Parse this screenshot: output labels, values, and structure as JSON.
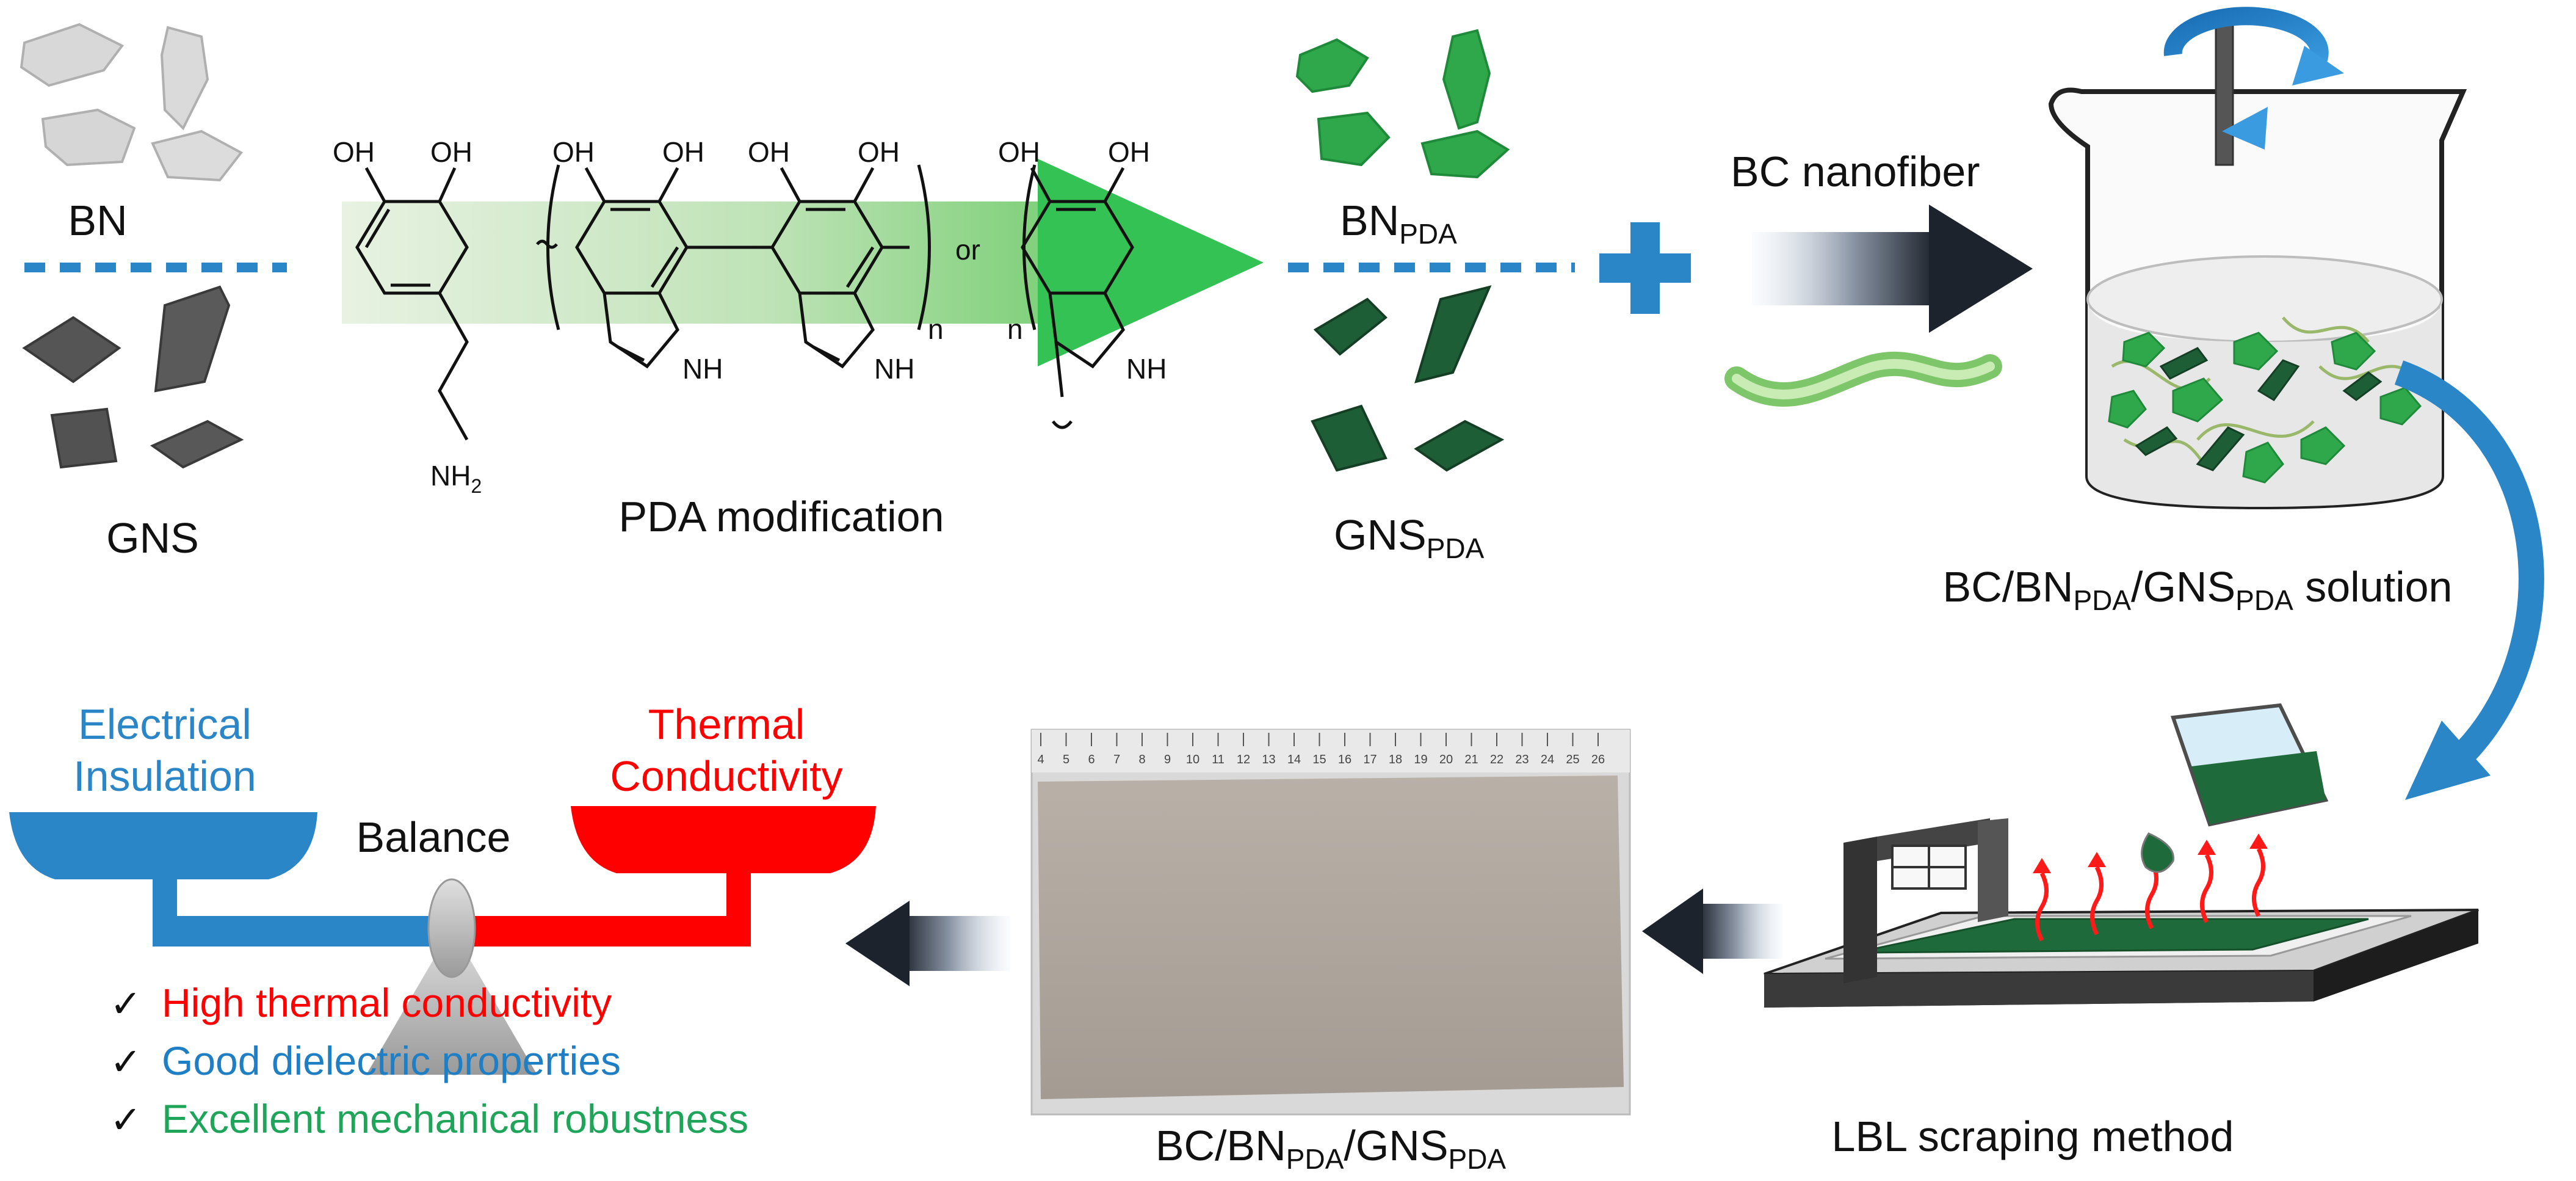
{
  "labels": {
    "bn": "BN",
    "gns": "GNS",
    "bn_pda_main": "BN",
    "bn_pda_sub": "PDA",
    "gns_pda_main": "GNS",
    "gns_pda_sub": "PDA",
    "bc_nanofiber": "BC nanofiber",
    "pda_modification": "PDA modification",
    "solution_a": "BC/BN",
    "solution_sub1": "PDA",
    "solution_b": "/GNS",
    "solution_sub2": "PDA",
    "solution_c": " solution",
    "lbl_method": "LBL scraping method",
    "film_a": "BC/BN",
    "film_sub1": "PDA",
    "film_b": "/GNS",
    "film_sub2": "PDA",
    "electrical_insulation_1": "Electrical",
    "electrical_insulation_2": "Insulation",
    "thermal_conductivity_1": "Thermal",
    "thermal_conductivity_2": "Conductivity",
    "balance": "Balance"
  },
  "chemistry": {
    "oh": "OH",
    "nh": "NH",
    "nh2_main": "NH",
    "nh2_sub": "2",
    "n": "n",
    "or": "or"
  },
  "ruler": {
    "ticks": [
      "4",
      "5",
      "6",
      "7",
      "8",
      "9",
      "10",
      "11",
      "12",
      "13",
      "14",
      "15",
      "16",
      "17",
      "18",
      "19",
      "20",
      "21",
      "22",
      "23",
      "24",
      "25",
      "26"
    ]
  },
  "properties": [
    {
      "check": "✓",
      "text": "High thermal conductivity",
      "color": "#ff0000"
    },
    {
      "check": "✓",
      "text": "Good dielectric properties",
      "color": "#1f7fc4"
    },
    {
      "check": "✓",
      "text": "Excellent mechanical robustness",
      "color": "#1fa55a"
    }
  ],
  "colors": {
    "blue": "#2b86c8",
    "red": "#ff0000",
    "green_light": "#2ea84a",
    "green_dark": "#1e5e36",
    "gray_flake": "#cfcfcf",
    "dark_flake": "#505050"
  }
}
